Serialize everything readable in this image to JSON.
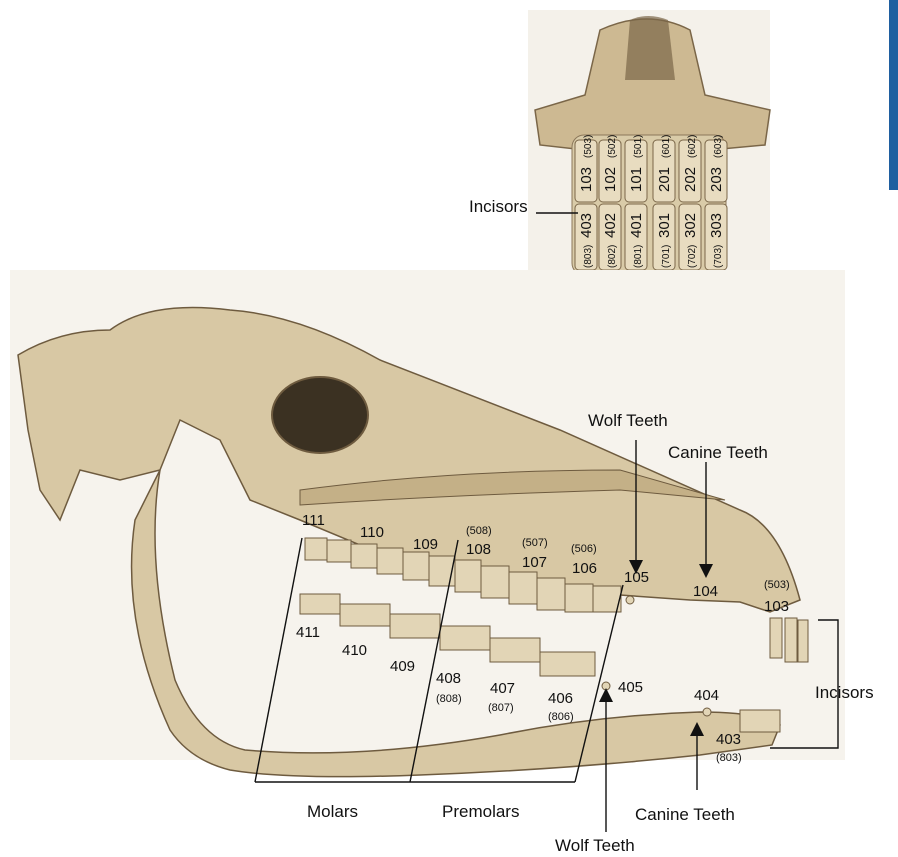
{
  "labels": {
    "incisors_top": "Incisors",
    "incisors_right": "Incisors",
    "wolf_teeth_top": "Wolf Teeth",
    "wolf_teeth_bottom": "Wolf Teeth",
    "canine_teeth_top": "Canine Teeth",
    "canine_teeth_bottom": "Canine Teeth",
    "molars": "Molars",
    "premolars": "Premolars"
  },
  "upper_teeth": {
    "t111": "111",
    "t110": "110",
    "t109": "109",
    "t108": "108",
    "t108b": "(508)",
    "t107": "107",
    "t107b": "(507)",
    "t106": "106",
    "t106b": "(506)",
    "t105": "105",
    "t104": "104",
    "t103": "103",
    "t103b": "(503)"
  },
  "lower_teeth": {
    "t411": "411",
    "t410": "410",
    "t409": "409",
    "t408": "408",
    "t408b": "(808)",
    "t407": "407",
    "t407b": "(807)",
    "t406": "406",
    "t406b": "(806)",
    "t405": "405",
    "t404": "404",
    "t403": "403",
    "t403b": "(803)"
  },
  "front_upper": [
    {
      "num": "103",
      "alt": "(503)"
    },
    {
      "num": "102",
      "alt": "(502)"
    },
    {
      "num": "101",
      "alt": "(501)"
    },
    {
      "num": "201",
      "alt": "(601)"
    },
    {
      "num": "202",
      "alt": "(602)"
    },
    {
      "num": "203",
      "alt": "(603)"
    }
  ],
  "front_lower": [
    {
      "num": "403",
      "alt": "(803)"
    },
    {
      "num": "402",
      "alt": "(802)"
    },
    {
      "num": "401",
      "alt": "(801)"
    },
    {
      "num": "301",
      "alt": "(701)"
    },
    {
      "num": "302",
      "alt": "(702)"
    },
    {
      "num": "303",
      "alt": "(703)"
    }
  ],
  "colors": {
    "bone": "#d8c8a4",
    "bone_dark": "#b9a47c",
    "tooth": "#e8dcc0",
    "accent_bar": "#1f5fa0"
  }
}
